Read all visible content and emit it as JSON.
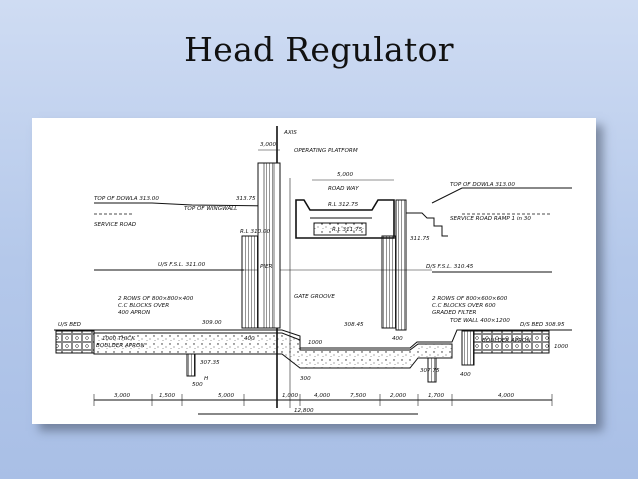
{
  "slide": {
    "title": "Head Regulator"
  },
  "drawing": {
    "labels": {
      "axis": "AXIS",
      "top_dim": "3,000",
      "operating_platform": "OPERATING PLATFORM",
      "road_width": "5,000",
      "road_way": "ROAD WAY",
      "rl_top_road": "R.L 312.75",
      "rl_lower": "R.L 311.75",
      "rl_310": "R.L 310.00",
      "top_dowla_left": "TOP OF DOWLA 313.00",
      "service_road_left": "SERVICE ROAD",
      "top_wingwall": "TOP OF WINGWALL",
      "wingwall_level": "313.75",
      "level_mid_right": "311.75",
      "top_dowla_right": "TOP OF DOWLA 313.00",
      "service_road_ramp": "SERVICE ROAD RAMP 1 in 30",
      "us_fsl": "U/S F.S.L. 311.00",
      "ds_fsl": "D/S F.S.L. 310.45",
      "pier": "PIER",
      "gate_groove": "GATE GROOVE",
      "cc_blocks_left_1": "2 ROWS OF 800×800×400",
      "cc_blocks_left_2": "C.C BLOCKS OVER",
      "cc_blocks_left_3": "400 APRON",
      "cc_blocks_right_1": "2 ROWS OF 800×600×600",
      "cc_blocks_right_2": "C.C BLOCKS OVER 600",
      "cc_blocks_right_3": "GRADED FILTER",
      "toe_wall": "TOE WALL 400×1200",
      "us_bed": "U/S BED",
      "ds_bed": "D/S BED 308.95",
      "boulder_left_1": "1000 THICK",
      "boulder_left_2": "BOULDER APRON",
      "boulder_right": "BOULDER APRON",
      "lvl_309": "309.00",
      "lvl_308_45": "308.45",
      "lvl_307_35": "307.35",
      "lvl_307_75": "307.75",
      "dim_400_a": "400",
      "dim_400_b": "400",
      "dim_400_c": "400",
      "dim_1000": "1000",
      "dim_1000_b": "1000",
      "dim_300": "300",
      "dim_500": "500",
      "dim_h": "H",
      "b_3000": "3,000",
      "b_1500": "1,500",
      "b_5000": "5,000",
      "b_1000": "1,000",
      "b_4000": "4,000",
      "b_7500": "7,500",
      "b_2000": "2,000",
      "b_1700": "1,700",
      "b_4000b": "4,000",
      "b_12800": "12,800"
    }
  }
}
